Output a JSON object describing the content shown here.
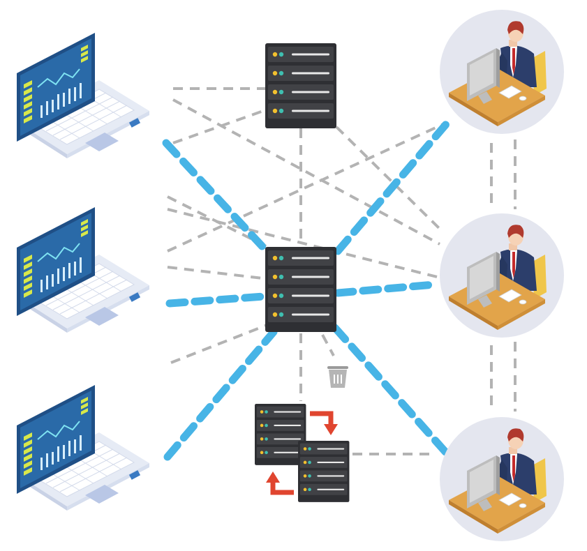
{
  "scene": {
    "description_icons": [
      "laptop-icon",
      "server-icon",
      "user-workstation-icon",
      "trash-icon",
      "sync-arrows-icon"
    ]
  },
  "colors": {
    "primary_link": "#47b4e6",
    "secondary_link": "#b3b3b3",
    "server_body": "#2e2f33",
    "server_panel": "#414246",
    "led_yellow": "#f2c12e",
    "led_teal": "#3fbfb0",
    "sync_arrow": "#e0452f",
    "avatar_bg": "#e4e6ef",
    "laptop_screen": "#2a6aa8",
    "laptop_body": "#e6ebf5",
    "desk": "#e2a44a",
    "suit": "#2c3e6b",
    "tie": "#c42b2b",
    "hair": "#b03a2e"
  },
  "nodes": {
    "laptops": [
      {
        "id": "laptop-1"
      },
      {
        "id": "laptop-2"
      },
      {
        "id": "laptop-3"
      }
    ],
    "servers": [
      {
        "id": "server-top"
      },
      {
        "id": "server-hub"
      }
    ],
    "users": [
      {
        "id": "user-1"
      },
      {
        "id": "user-2"
      },
      {
        "id": "user-3"
      }
    ],
    "backup_pair": {
      "id": "replicated-servers"
    },
    "trash": {
      "id": "trash-bin"
    }
  }
}
